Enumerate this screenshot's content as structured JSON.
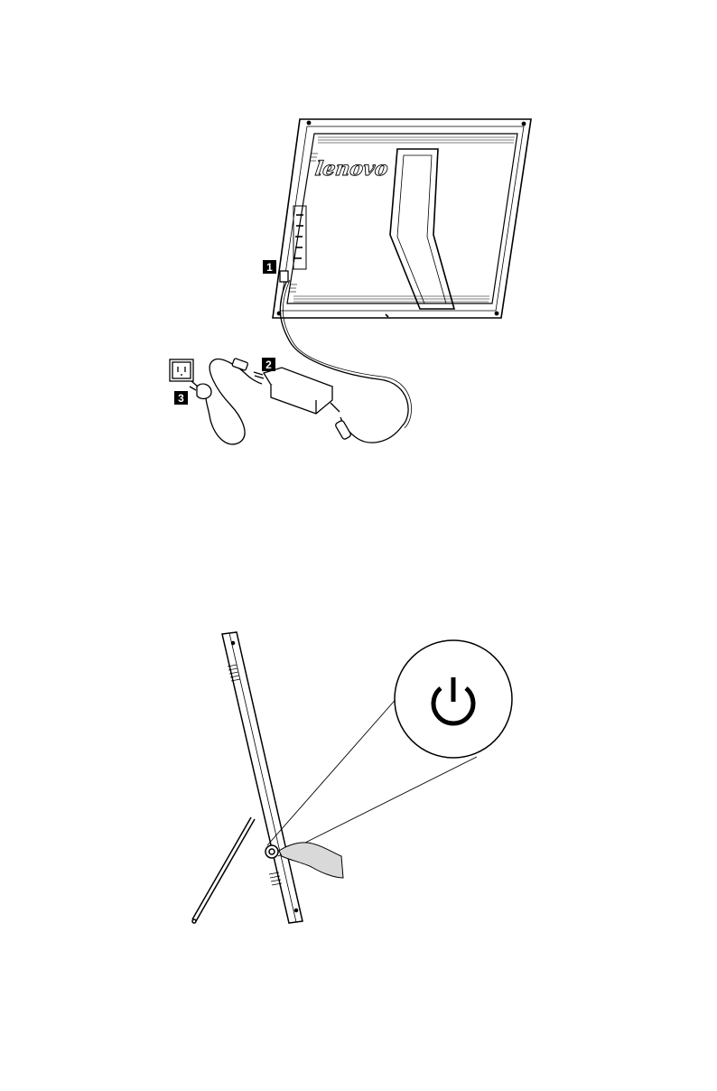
{
  "figure1": {
    "brand_logo": "lenovo",
    "callouts": [
      "1",
      "2",
      "3"
    ]
  },
  "figure2": {
    "icon": "power-icon"
  }
}
